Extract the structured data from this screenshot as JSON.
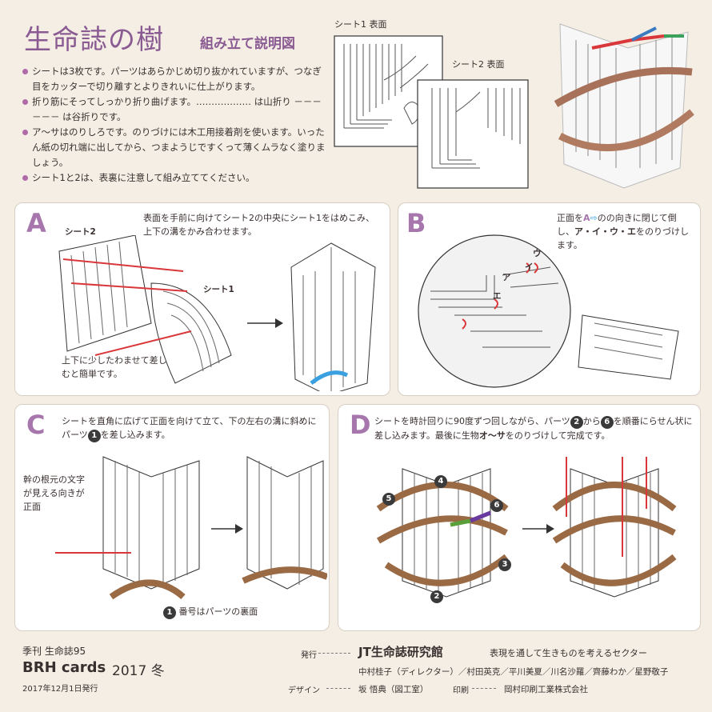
{
  "header": {
    "title": "生命誌の樹",
    "subtitle": "組み立て説明図"
  },
  "intro": {
    "bullets": [
      "シートは3枚です。パーツはあらかじめ切り抜かれていますが、つなぎ目をカッターで切り離すとよりきれいに仕上がります。",
      "折り筋にそってしっかり折り曲げます。……………… は山折り －－－－－－ は谷折りです。",
      "ア〜サはのりしろです。のりづけには木工用接着剤を使います。いったん紙の切れ端に出してから、つまようじですくって薄くムラなく塗りましょう。",
      "シート1と2は、表裏に注意して組み立ててください。"
    ]
  },
  "sheets": {
    "sheet1_label": "シート1 表面",
    "sheet2_label": "シート2 表面"
  },
  "step_a": {
    "letter": "A",
    "text": "表面を手前に向けてシート2の中央にシート1をはめこみ、上下の溝をかみ合わせます。",
    "sheet2": "シート2",
    "sheet1": "シート1",
    "tip": "上下に少したわませて差し込むと簡単です。"
  },
  "step_b": {
    "letter": "B",
    "text_prefix": "正面を",
    "text_a": "A",
    "text_mid": "の",
    "text_suffix": "の向きに閉じて倒し、",
    "text_bold": "ア・イ・ウ・エ",
    "text_end": "をのりづけします。",
    "marks": [
      "ア",
      "イ",
      "ウ",
      "エ"
    ]
  },
  "step_c": {
    "letter": "C",
    "text": "シートを直角に広げて正面を向けて立て、下の左右の溝に斜めにパーツ",
    "text_num": "1",
    "text_end": "を差し込みます。",
    "side_note": "幹の根元の文字が見える向きが正面",
    "part_note_num": "1",
    "part_note": "番号はパーツの裏面"
  },
  "step_d": {
    "letter": "D",
    "text": "シートを時計回りに90度ずつ回しながら、パーツ",
    "num_from": "2",
    "mid": "から",
    "num_to": "6",
    "text2": "を順番にらせん状に差し込みます。最後に生物",
    "bold": "オ〜サ",
    "text_end": "をのりづけして完成です。",
    "numbers": [
      "2",
      "3",
      "4",
      "5",
      "6"
    ]
  },
  "footer": {
    "issue": "季刊 生命誌95",
    "brand": "BRH cards",
    "year": "2017 冬",
    "date": "2017年12月1日発行",
    "publisher_label": "発行",
    "publisher": "JT生命誌研究館",
    "publisher_tagline": "表現を通して生きものを考えるセクター",
    "staff": "中村桂子（ディレクター）／村田英克／平川美夏／川名沙羅／齊藤わか／星野敬子",
    "design_label": "デザイン",
    "design": "坂 悟典（図工室）",
    "print_label": "印刷",
    "print": "岡村印刷工業株式会社"
  },
  "colors": {
    "accent": "#8a5a92",
    "step_letter": "#a676ad",
    "arrow_red": "#d9373a",
    "arrow_blue": "#3aa0e0",
    "part_brown": "#9a6a45"
  }
}
